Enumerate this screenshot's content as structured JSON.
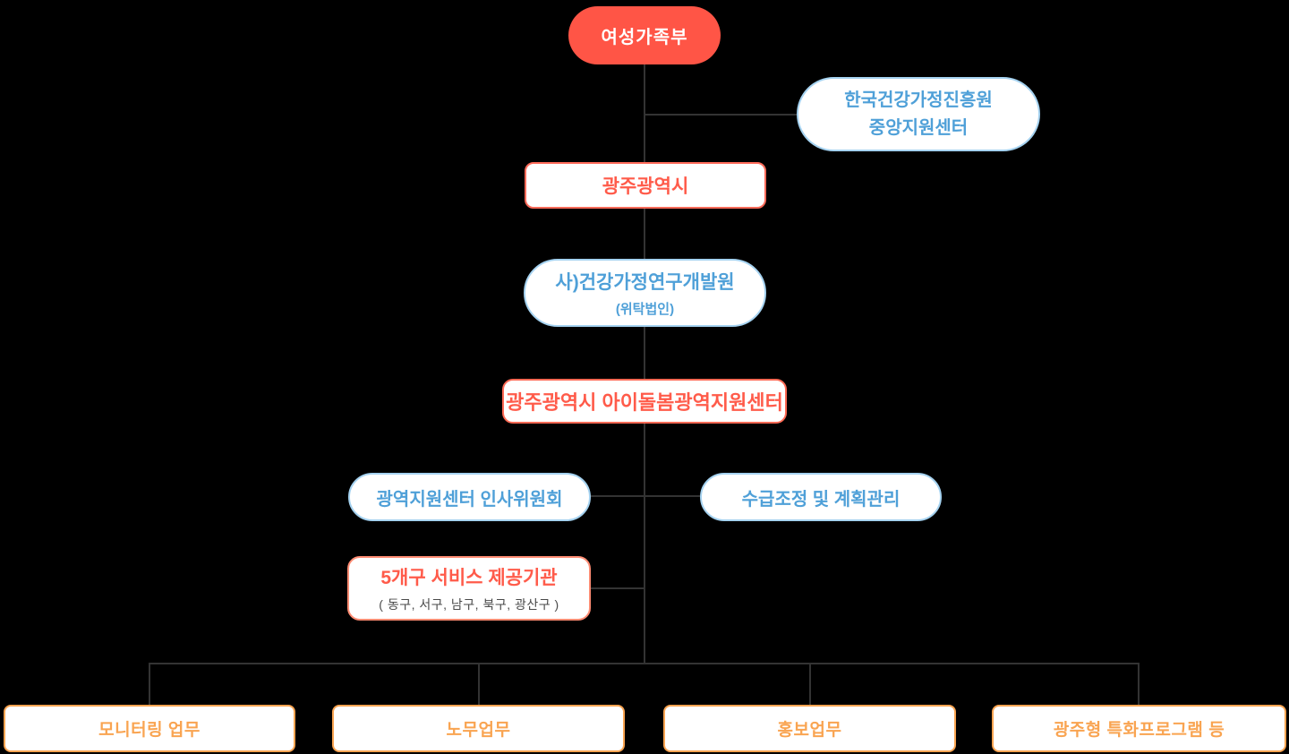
{
  "diagram_type": "org-chart",
  "nodes": {
    "ministry": {
      "label": "여성가족부"
    },
    "central_center": {
      "line1": "한국건강가정진흥원",
      "line2": "중앙지원센터"
    },
    "city": {
      "label": "광주광역시"
    },
    "research_institute": {
      "label": "사)건강가정연구개발원",
      "sublabel": "(위탁법인)"
    },
    "regional_center": {
      "label": "광주광역시 아이돌봄광역지원센터"
    },
    "hr_committee": {
      "label": "광역지원센터 인사위원회"
    },
    "supply_planning": {
      "label": "수급조정 및 계획관리"
    },
    "providers": {
      "label": "5개구 서비스 제공기관",
      "sublabel": "( 동구, 서구, 남구, 북구, 광산구 )"
    },
    "tasks": [
      {
        "label": "모니터링 업무"
      },
      {
        "label": "노무업무"
      },
      {
        "label": "홍보업무"
      },
      {
        "label": "광주형 특화프로그램 등"
      }
    ]
  },
  "colors": {
    "background": "#000000",
    "connector_line": "#333333",
    "ministry_fill": "#FF5546",
    "ministry_text": "#FFFFFF",
    "red_accent_text": "#FF5B4A",
    "red_border": "#FF6B5A",
    "regional_border": "#FF6A55",
    "providers_border": "#FF8C73",
    "blue_text": "#4FA0D8",
    "blue_border": "#A5D2F0",
    "orange_accent": "#F9A451",
    "subtitle_gray": "#4A4A4A"
  }
}
